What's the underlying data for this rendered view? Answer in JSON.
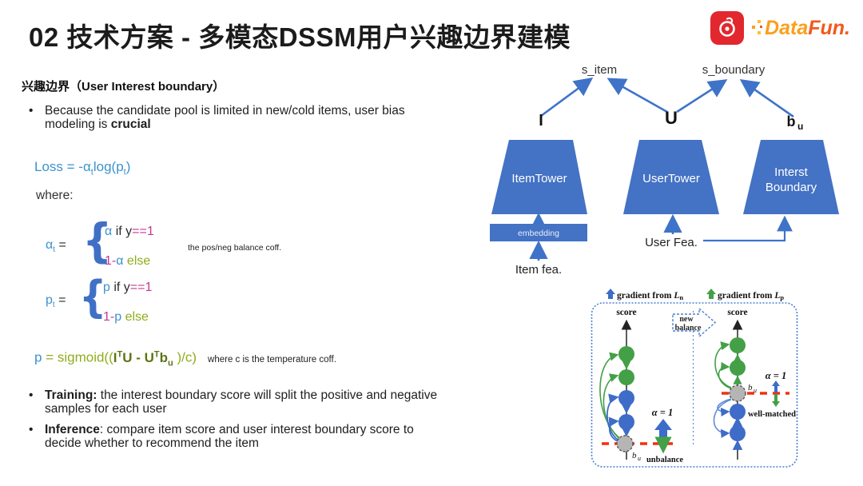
{
  "ui": {
    "bullet": "•",
    "brace": "{"
  },
  "slide": {
    "title": "02 技术方案 - 多模态DSSM用户兴趣边界建模",
    "brand": {
      "part1": "Data",
      "part2": "Fun.",
      "icon_color": "#e2272e",
      "text_color": "#f9a01b"
    }
  },
  "left": {
    "heading": "兴趣边界（User Interest boundary）",
    "bullet_intro": {
      "text": "Because the candidate pool is limited in new/cold items,  user bias modeling is ",
      "bold": "crucial"
    },
    "loss": {
      "main": "Loss = -α",
      "sub1": "t",
      "mid": "log(p",
      "sub2": "t",
      "end": ")"
    },
    "where_label": "where:",
    "alpha_case": {
      "lhs": "α",
      "lhs_sub": "t",
      "eq": " =",
      "l1a": "α",
      "l1b": " if y",
      "l1c": "==1",
      "l2a": "1-",
      "l2b": "α",
      "l2c": " else",
      "note": "the pos/neg balance coff."
    },
    "p_case": {
      "lhs": "p",
      "lhs_sub": "t",
      "eq": " =",
      "l1a": "p",
      "l1b": " if y",
      "l1c": "==1",
      "l2a": "1-",
      "l2b": "p",
      "l2c": " else"
    },
    "sigmoid": {
      "a": "p",
      "b": " = sigmoid((",
      "c": "I",
      "c_sup": "T",
      "d": "U - U",
      "d_sup": "T",
      "e": "b",
      "e_sub": "u",
      "f": " )/c)",
      "note": "where c is the temperature coff."
    },
    "bullet_training": {
      "bold": "Training:",
      "text": " the interest boundary score will split the positive and negative samples for each user"
    },
    "bullet_inference": {
      "bold": "Inference",
      "text": ": compare item score and user interest boundary score to decide whether to recommend the item"
    }
  },
  "tower_diagram": {
    "s_item": "s_item",
    "s_boundary": "s_boundary",
    "vec_item": "I",
    "vec_user": "U",
    "vec_bu": "b",
    "vec_bu_sub": "u",
    "item_tower": "ItemTower",
    "user_tower": "UserTower",
    "boundary_tower_l1": "Interst",
    "boundary_tower_l2": "Boundary",
    "embedding": "embedding",
    "item_fea": "Item fea.",
    "user_fea": "User Fea.",
    "shape_color": "#4472c4",
    "arrow_color": "#3f73c9"
  },
  "balance_figure": {
    "legend_n": {
      "label": "gradient from ",
      "var": "L",
      "sub": "n",
      "color": "#3e6cc8"
    },
    "legend_p": {
      "label": "gradient from ",
      "var": "L",
      "sub": "p",
      "color": "#43a047"
    },
    "left_axis_label": "score",
    "right_axis_label": "score",
    "new_balance_l1": "new",
    "new_balance_l2": "balance",
    "alpha_left": "α = 1",
    "alpha_right": "α = 1",
    "bu_left": "b",
    "bu_left_sub": "u",
    "bu_right": "b",
    "bu_right_sub": "u",
    "caption_left": "unbalance",
    "caption_right": "well-matched",
    "positive_color": "#43a047",
    "negative_color": "#3e6cc8",
    "boundary_line_color": "#f2300f"
  }
}
